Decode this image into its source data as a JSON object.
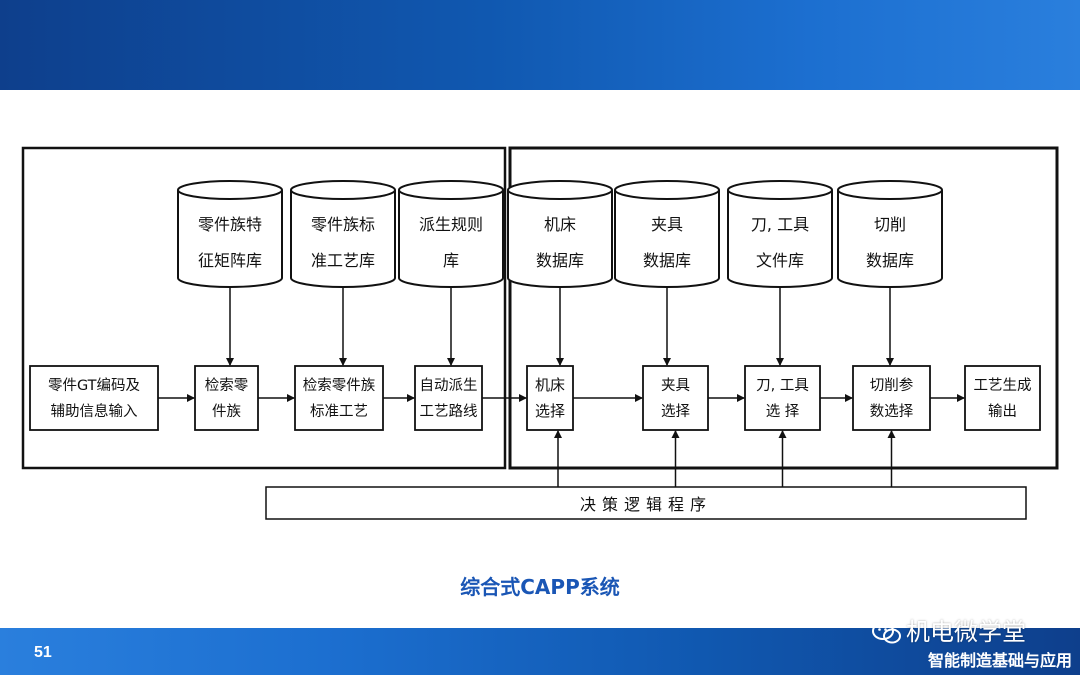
{
  "slide": {
    "page_number": "51",
    "caption": "综合式CAPP系统"
  },
  "diagram": {
    "databases": [
      {
        "id": "db1",
        "lines": [
          "零件族特",
          "征矩阵库"
        ]
      },
      {
        "id": "db2",
        "lines": [
          "零件族标",
          "准工艺库"
        ]
      },
      {
        "id": "db3",
        "lines": [
          "派生规则",
          "库"
        ]
      },
      {
        "id": "db4",
        "lines": [
          "机床",
          "数据库"
        ]
      },
      {
        "id": "db5",
        "lines": [
          "夹具",
          "数据库"
        ]
      },
      {
        "id": "db6",
        "lines": [
          "刀, 工具",
          "文件库"
        ]
      },
      {
        "id": "db7",
        "lines": [
          "切削",
          "数据库"
        ]
      }
    ],
    "processes": [
      {
        "id": "p1",
        "lines": [
          "零件GT编码及",
          "辅助信息输入"
        ]
      },
      {
        "id": "p2",
        "lines": [
          "检索零",
          "件族"
        ]
      },
      {
        "id": "p3",
        "lines": [
          "检索零件族",
          "标准工艺"
        ]
      },
      {
        "id": "p4",
        "lines": [
          "自动派生",
          "工艺路线"
        ]
      },
      {
        "id": "p5",
        "lines": [
          "机床",
          "选择"
        ]
      },
      {
        "id": "p6",
        "lines": [
          "夹具",
          "选择"
        ]
      },
      {
        "id": "p7",
        "lines": [
          "刀, 工具",
          "选  择"
        ]
      },
      {
        "id": "p8",
        "lines": [
          "切削参",
          "数选择"
        ]
      },
      {
        "id": "p9",
        "lines": [
          "工艺生成",
          "输出"
        ]
      }
    ],
    "decision_program": "决策逻辑程序"
  },
  "watermark": {
    "brand": "机电微学堂",
    "tagline": "智能制造基础与应用",
    "icon": "wechat-icon"
  },
  "colors": {
    "header": "#1058b0",
    "caption": "#1a56b5",
    "line": "#111111"
  }
}
